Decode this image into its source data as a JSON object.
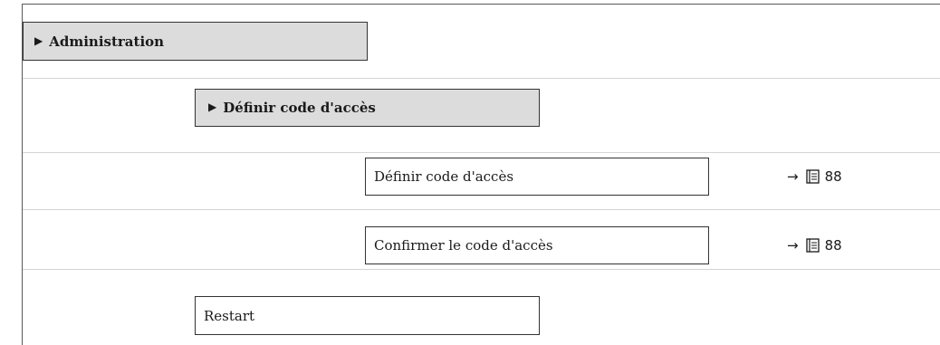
{
  "menu": {
    "administration": {
      "label": "Administration",
      "icon": "triangle-right-icon"
    },
    "define_access_code_submenu": {
      "label": "Définir code d'accès",
      "icon": "triangle-right-icon"
    }
  },
  "parameters": [
    {
      "label": "Définir code d'accès",
      "page_ref": "88"
    },
    {
      "label": "Confirmer le code d'accès",
      "page_ref": "88"
    }
  ],
  "restart": {
    "label": "Restart"
  },
  "icons": {
    "ref_arrow": "arrow-right-icon",
    "ref_book": "book-icon"
  }
}
